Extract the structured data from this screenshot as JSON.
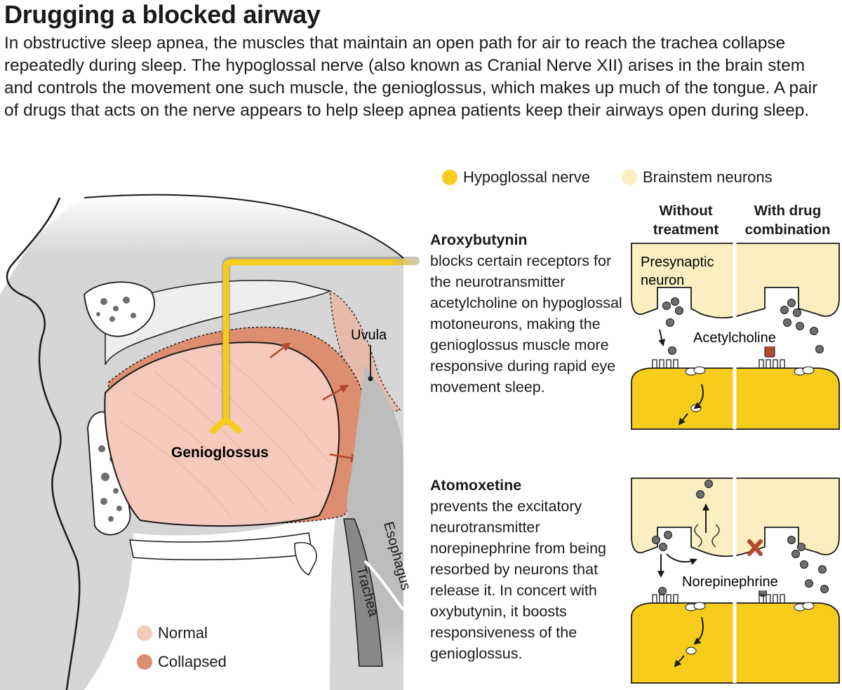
{
  "title": "Drugging a blocked airway",
  "intro": "In obstructive sleep apnea, the muscles that maintain an open path for air to reach the trachea collapse repeatedly during sleep. The hypoglossal nerve (also known as Cranial Nerve XII) arises in the brain stem and controls the movement one such muscle, the genioglossus, which makes up much of the tongue. A pair of drugs that acts on the nerve appears to help sleep apnea patients keep their airways open during sleep.",
  "legend_top": [
    {
      "label": "Hypoglossal nerve",
      "color": "#f7cc1d"
    },
    {
      "label": "Brainstem neurons",
      "color": "#fbeec0"
    }
  ],
  "columns": [
    "Without treatment",
    "With drug combination"
  ],
  "anatomy_labels": {
    "uvula": "Uvula",
    "genioglossus": "Genioglossus",
    "esophagus": "Esophagus",
    "trachea": "Trachea"
  },
  "synapse_labels": {
    "presynaptic": "Presynaptic neuron",
    "acetylcholine": "Acetylcholine",
    "norepinephrine": "Norepinephrine"
  },
  "drugs": [
    {
      "name": "Aroxybutynin",
      "description": "blocks certain receptors for the neurotransmitter acetylcholine on hypoglossal motoneurons, making the genioglossus muscle more responsive during rapid eye movement sleep."
    },
    {
      "name": "Atomoxetine",
      "description": "prevents the excitatory neurotransmitter norepinephrine from being resorbed by neurons that release it. In concert with oxybutynin, it boosts responsiveness of the genioglossus."
    }
  ],
  "legend_bottom": [
    {
      "label": "Normal",
      "color": "#f5c9bb"
    },
    {
      "label": "Collapsed",
      "color": "#dd8d70"
    }
  ],
  "colors": {
    "nerve": "#f7cc1d",
    "neuron": "#fbeec0",
    "normal": "#f5c9bb",
    "collapsed": "#dd8d70",
    "tissue_gray": "#d6d6d6"
  }
}
